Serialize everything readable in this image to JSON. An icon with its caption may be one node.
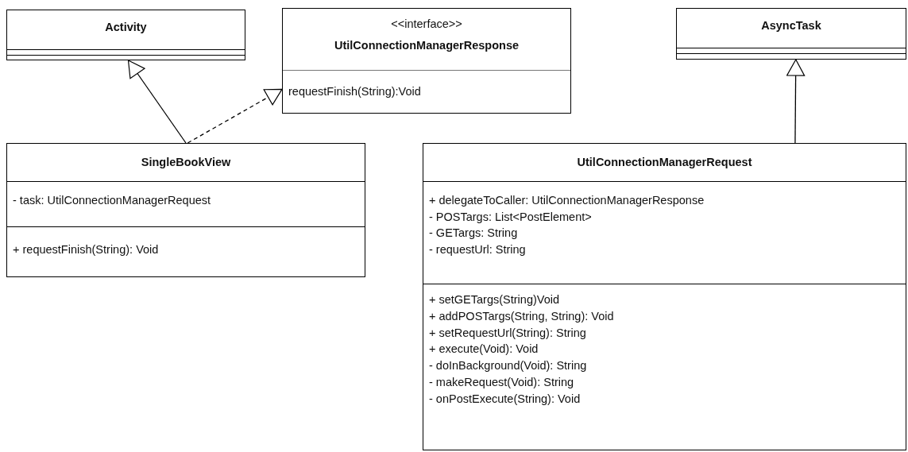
{
  "diagram": {
    "nodes": [
      {
        "text": [
          "Activity"
        ]
      },
      {
        "text": [
          "<<interface>>",
          "UtilConnectionManagerResponse",
          "requestFinish(String):Void"
        ]
      },
      {
        "text": [
          "AsyncTask"
        ]
      },
      {
        "text": [
          "SingleBookView",
          "- task: UtilConnectionManagerRequest",
          "+ requestFinish(String): Void"
        ]
      },
      {
        "text": [
          "UtilConnectionManagerRequest",
          "+ delegateToCaller: UtilConnectionManagerResponse",
          "- POSTargs: List<PostElement>",
          "- GETargs: String",
          "- requestUrl: String",
          "+ setGETargs(String)Void",
          "+ addPOSTargs(String, String): Void",
          "+ setRequestUrl(String): String",
          "+ execute(Void): Void",
          "- doInBackground(Void): String",
          "- makeRequest(Void): String",
          "- onPostExecute(String): Void"
        ]
      }
    ],
    "edges": [
      {
        "from": 3,
        "to": 0,
        "arrow": "to"
      },
      {
        "from": 3,
        "to": 1,
        "arrow": "to",
        "style": "dashed"
      },
      {
        "from": 4,
        "to": 2,
        "arrow": "to"
      }
    ]
  }
}
